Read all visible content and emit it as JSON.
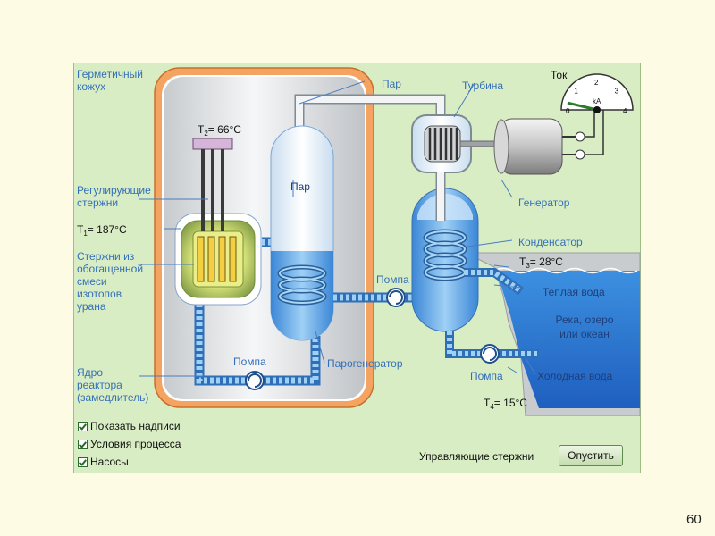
{
  "labels": {
    "containment": [
      "Герметичный",
      "кожух"
    ],
    "control_rods": [
      "Регулирующие",
      "стержни"
    ],
    "fuel_rods": [
      "Стержни из",
      "обогащенной",
      "смеси",
      "изотопов",
      "урана"
    ],
    "core": [
      "Ядро",
      "реактора",
      "(замедлитель)"
    ],
    "steam_top": "Пар",
    "steam_inside": "Пар",
    "turbine": "Турбина",
    "generator": "Генератор",
    "condenser": "Конденсатор",
    "steam_generator": "Парогенератор",
    "pump_primary": "Помпа",
    "pump_secondary": "Помпа",
    "pump_cooling": "Помпа",
    "warm_water": "Теплая вода",
    "river": [
      "Река, озеро",
      "или океан"
    ],
    "cold_water": "Холодная вода"
  },
  "temperatures": {
    "t1": {
      "symbol": "T",
      "sub": "1",
      "value": "= 187°C"
    },
    "t2": {
      "symbol": "T",
      "sub": "2",
      "value": "= 66°C"
    },
    "t3": {
      "symbol": "T",
      "sub": "3",
      "value": "= 28°C"
    },
    "t4": {
      "symbol": "T",
      "sub": "4",
      "value": "= 15°C"
    }
  },
  "meter": {
    "title": "Ток",
    "unit": "kA",
    "scale": [
      "0",
      "1",
      "2",
      "3",
      "4"
    ],
    "reading": 0.3
  },
  "controls": {
    "checkboxes": [
      {
        "label": "Показать надписи",
        "checked": true
      },
      {
        "label": "Условия процесса",
        "checked": true
      },
      {
        "label": "Насосы",
        "checked": true
      }
    ],
    "rods_label": "Управляющие стержни",
    "start_button": "Опустить"
  },
  "page_number": "60",
  "colors": {
    "panel_bg": "#d9edc5",
    "water": "#4a90d8",
    "containment": "#f0a05a",
    "label_blue": "#3470b8"
  }
}
